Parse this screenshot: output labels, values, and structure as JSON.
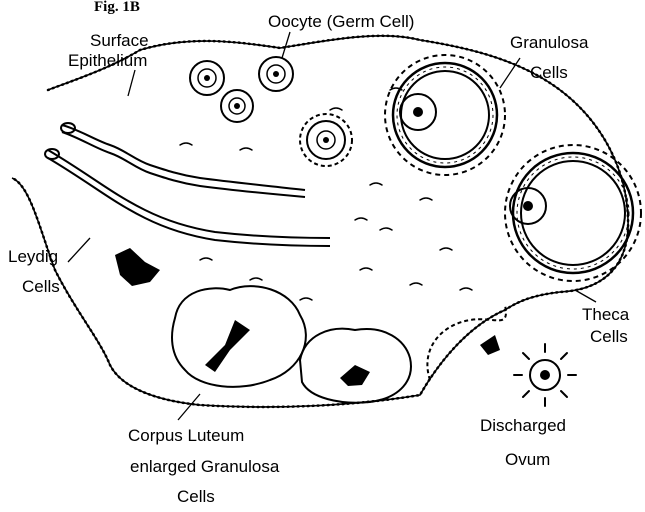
{
  "figure": {
    "caption": "Fig. 1B"
  },
  "labels": {
    "surface": {
      "line1": "Surface",
      "line2": "Epithelium"
    },
    "oocyte": "Oocyte (Germ Cell)",
    "granulosa": {
      "line1": "Granulosa",
      "line2": "Cells"
    },
    "leydig": {
      "line1": "Leydig",
      "line2": "Cells"
    },
    "theca": {
      "line1": "Theca",
      "line2": "Cells"
    },
    "corpus": {
      "line1": "Corpus Luteum",
      "line2": "enlarged Granulosa",
      "line3": "Cells"
    },
    "discharged": {
      "line1": "Discharged",
      "line2": "Ovum"
    }
  },
  "colors": {
    "ink": "#000000",
    "paper": "#ffffff"
  }
}
